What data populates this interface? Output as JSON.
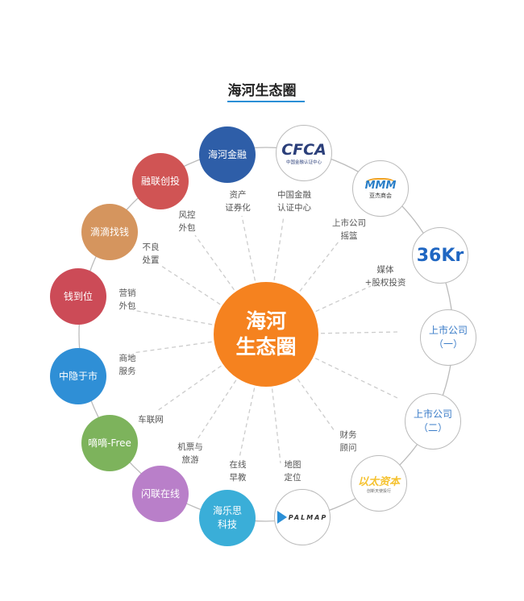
{
  "title": "海河生态圈",
  "center": {
    "line1": "海河",
    "line2": "生态圈"
  },
  "left_nodes": [
    {
      "label": "海河金融",
      "color": "#2e5ea8"
    },
    {
      "label": "融联创投",
      "color": "#d05454"
    },
    {
      "label": "滴滴找钱",
      "color": "#d5955e"
    },
    {
      "label": "钱到位",
      "color": "#cc4b57"
    },
    {
      "label": "中隐于市",
      "color": "#2f8fd6"
    },
    {
      "label": "嘀嘀-Free",
      "color": "#7db35c"
    },
    {
      "label": "闪联在线",
      "color": "#b97fc9"
    },
    {
      "label": "海乐思\n科技",
      "color": "#3aaed8"
    }
  ],
  "right_nodes": {
    "cfca": {
      "logo": "CFCA",
      "sub": "中国金融认证中心"
    },
    "yajie": {
      "logo": "MMM",
      "sub": "亚杰商会"
    },
    "kr": {
      "logo": "36Kr"
    },
    "listed1": {
      "line1": "上市公司",
      "line2": "（一）"
    },
    "listed2": {
      "line1": "上市公司",
      "line2": "（二）"
    },
    "yitai": {
      "logo": "以太资本",
      "sub": "创新天使投行"
    },
    "palmap": {
      "logo": "PALMAP"
    }
  },
  "labels": [
    "资产\n证券化",
    "风控\n外包",
    "不良\n处置",
    "营销\n外包",
    "商地\n服务",
    "车联网",
    "机票与\n旅游",
    "在线\n早教",
    "地图\n定位",
    "财务\n顾问",
    "媒体\n+股权投资",
    "上市公司\n摇篮",
    "中国金融\n认证中心"
  ]
}
